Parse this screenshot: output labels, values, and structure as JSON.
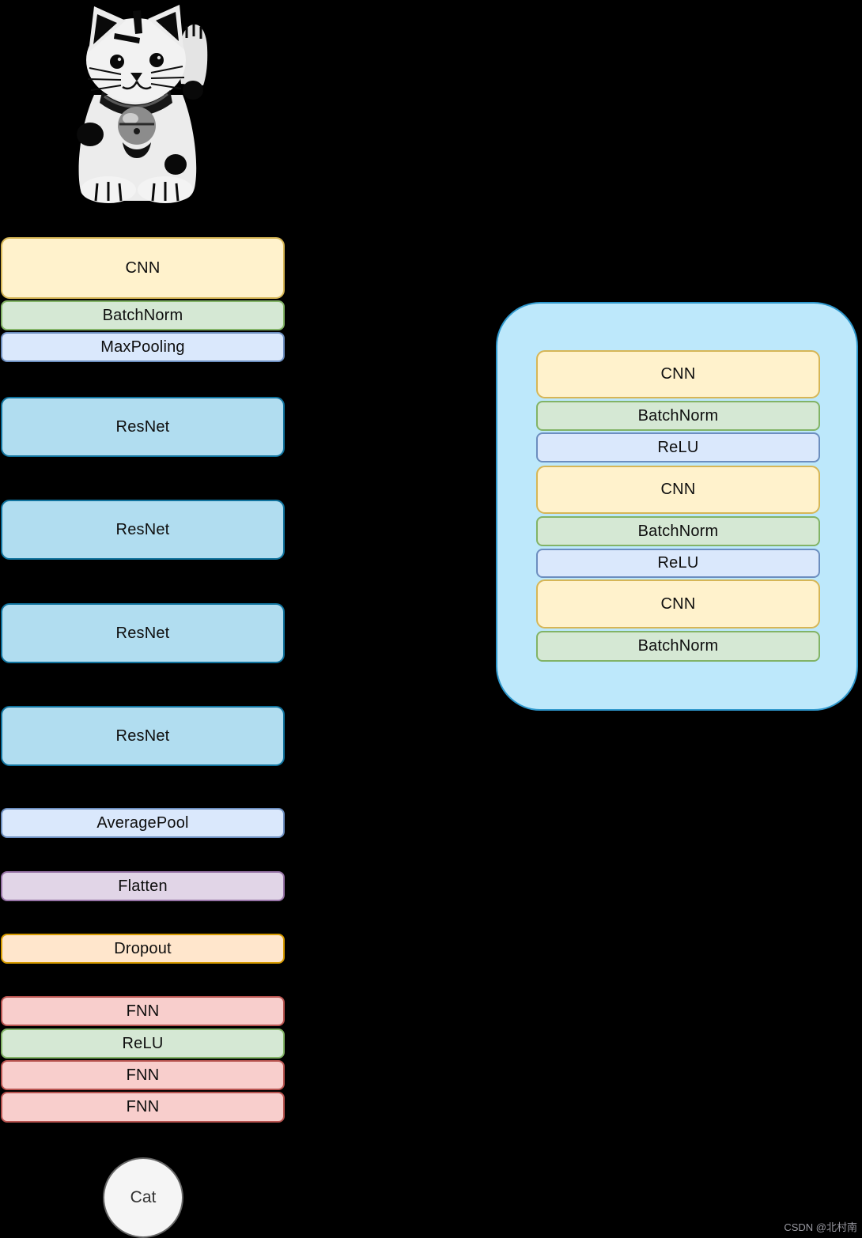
{
  "input": {
    "image_name": "cat-figurine-photo",
    "description": "black-and-white photo of a maneki-neko lucky cat figurine"
  },
  "pipeline": {
    "blocks": [
      {
        "label": "CNN",
        "palette": "yellow"
      },
      {
        "label": "BatchNorm",
        "palette": "green"
      },
      {
        "label": "MaxPooling",
        "palette": "lavender"
      },
      {
        "label": "ResNet",
        "palette": "blue"
      },
      {
        "label": "ResNet",
        "palette": "blue"
      },
      {
        "label": "ResNet",
        "palette": "blue"
      },
      {
        "label": "ResNet",
        "palette": "blue"
      },
      {
        "label": "AveragePool",
        "palette": "lavender"
      },
      {
        "label": "Flatten",
        "palette": "purple"
      },
      {
        "label": "Dropout",
        "palette": "orange"
      },
      {
        "label": "FNN",
        "palette": "red"
      },
      {
        "label": "ReLU",
        "palette": "green"
      },
      {
        "label": "FNN",
        "palette": "red"
      },
      {
        "label": "FNN",
        "palette": "red"
      }
    ]
  },
  "resnet_detail": {
    "blocks": [
      {
        "label": "CNN",
        "palette": "yellow"
      },
      {
        "label": "BatchNorm",
        "palette": "green"
      },
      {
        "label": "ReLU",
        "palette": "lavender"
      },
      {
        "label": "CNN",
        "palette": "yellow"
      },
      {
        "label": "BatchNorm",
        "palette": "green"
      },
      {
        "label": "ReLU",
        "palette": "lavender"
      },
      {
        "label": "CNN",
        "palette": "yellow"
      },
      {
        "label": "BatchNorm",
        "palette": "green"
      }
    ]
  },
  "output": {
    "label": "Cat"
  },
  "watermark": {
    "text": "CSDN @北村南"
  },
  "colors": {
    "background": "#000000",
    "yellow_fill": "#FFF2CC",
    "yellow_stroke": "#D6B656",
    "green_fill": "#D5E8D4",
    "green_stroke": "#82B366",
    "lavender_fill": "#DAE8FC",
    "lavender_stroke": "#6C8EBF",
    "blue_fill": "#B1DDF0",
    "blue_stroke": "#10739E",
    "purple_fill": "#E1D5E7",
    "purple_stroke": "#9673A6",
    "orange_fill": "#FFE6CC",
    "orange_stroke": "#D79B00",
    "red_fill": "#F8CECC",
    "red_stroke": "#B85450",
    "container_fill": "#BDE8FB",
    "container_stroke": "#2E97CC",
    "output_fill": "#F5F5F5",
    "output_stroke": "#666666",
    "watermark_text": "#9b9ba3"
  }
}
